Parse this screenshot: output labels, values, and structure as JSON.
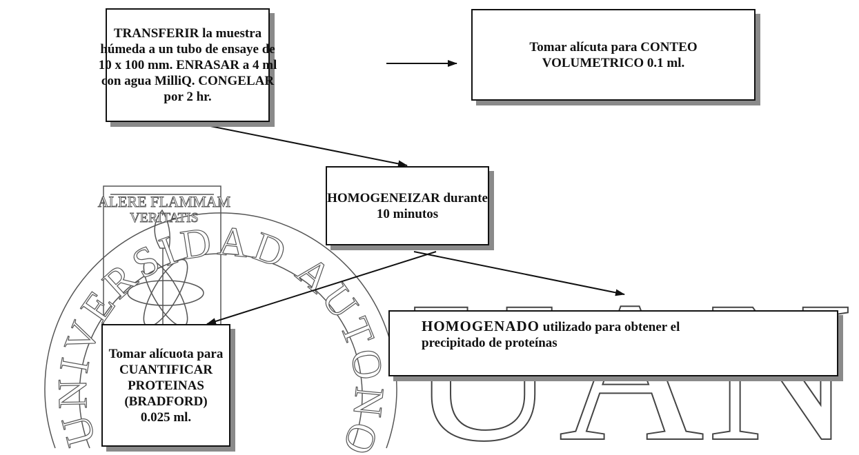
{
  "watermark": {
    "ring_text": "UNIVERSIDAD AUTONOMA DE NUEVO LEON",
    "motto": [
      "ALERE FLAMMAM",
      "VERITATIS"
    ],
    "letters": "UANL"
  },
  "nodes": {
    "transfer": {
      "lines": [
        "TRANSFERIR la muestra",
        "húmeda a un tubo de ensaye de",
        "10 x 100 mm. ENRASAR a 4 ml",
        "con agua MilliQ. CONGELAR",
        "por 2 hr."
      ]
    },
    "conteo": {
      "lines": [
        "Tomar alícuta para CONTEO",
        "VOLUMETRICO 0.1 ml."
      ]
    },
    "homogeneizar": {
      "lines": [
        "HOMOGENEIZAR durante",
        "10 minutos"
      ]
    },
    "cuantificar": {
      "lines": [
        "Tomar alícuota para",
        "CUANTIFICAR",
        "PROTEINAS",
        "(BRADFORD)",
        "0.025 ml."
      ]
    },
    "homogenado": {
      "lead": "HOMOGENADO",
      "rest": " utilizado para obtener el",
      "line2": "precipitado de proteínas"
    }
  }
}
